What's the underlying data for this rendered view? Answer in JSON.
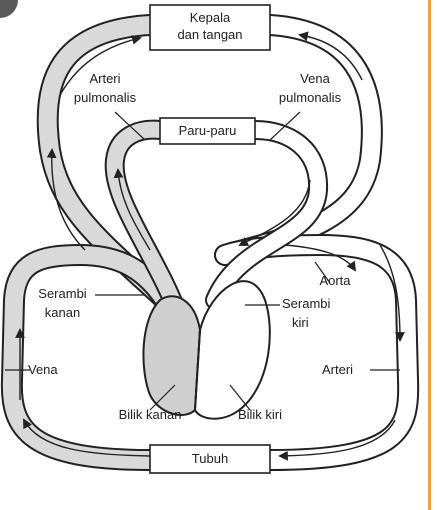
{
  "diagram": {
    "boxes": {
      "head": [
        "Kepala",
        "dan tangan"
      ],
      "lungs": "Paru-paru",
      "body": "Tubuh"
    },
    "labels": {
      "pulmonary_artery": [
        "Arteri",
        "pulmonalis"
      ],
      "pulmonary_vein": [
        "Vena",
        "pulmonalis"
      ],
      "aorta": "Aorta",
      "right_atrium": [
        "Serambi",
        "kanan"
      ],
      "left_atrium": [
        "Serambi",
        "kiri"
      ],
      "vein": "Vena",
      "artery": "Arteri",
      "right_ventricle": "Bilik kanan",
      "left_ventricle": "Bilik kiri"
    }
  },
  "colors": {
    "vessel_fill": "#d9d9d9",
    "outline": "#222222",
    "accent_border": "#f0a23a",
    "badge": "#5a5a5a"
  }
}
